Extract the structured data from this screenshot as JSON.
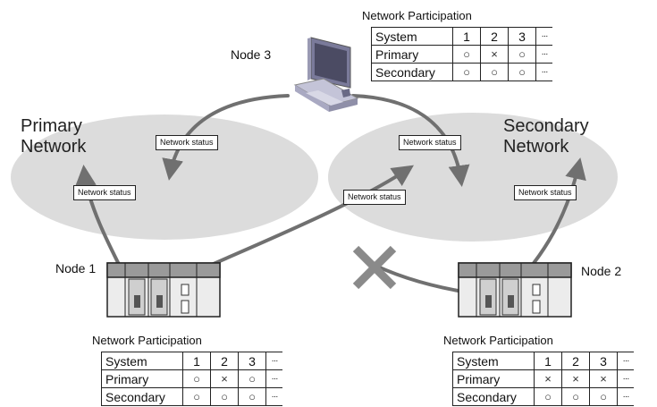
{
  "networks": {
    "primary": [
      "Primary",
      "Network"
    ],
    "secondary": [
      "Secondary",
      "Network"
    ]
  },
  "nodes": {
    "node1": "Node 1",
    "node2": "Node 2",
    "node3": "Node 3"
  },
  "status_label": "Network status",
  "tables": {
    "node3": {
      "title": "Network Participation",
      "header": [
        "System",
        "1",
        "2",
        "3",
        "···"
      ],
      "rows": [
        {
          "label": "Primary",
          "cells": [
            "○",
            "×",
            "○"
          ],
          "more": "···"
        },
        {
          "label": "Secondary",
          "cells": [
            "○",
            "○",
            "○"
          ],
          "more": "···"
        }
      ]
    },
    "node1": {
      "title": "Network Participation",
      "header": [
        "System",
        "1",
        "2",
        "3",
        "···"
      ],
      "rows": [
        {
          "label": "Primary",
          "cells": [
            "○",
            "×",
            "○"
          ],
          "more": "···"
        },
        {
          "label": "Secondary",
          "cells": [
            "○",
            "○",
            "○"
          ],
          "more": "···"
        }
      ]
    },
    "node2": {
      "title": "Network Participation",
      "header": [
        "System",
        "1",
        "2",
        "3",
        "···"
      ],
      "rows": [
        {
          "label": "Primary",
          "cells": [
            "×",
            "×",
            "×"
          ],
          "more": "···"
        },
        {
          "label": "Secondary",
          "cells": [
            "○",
            "○",
            "○"
          ],
          "more": "···"
        }
      ]
    }
  },
  "colors": {
    "network_fill": "#dcdcdc",
    "arrow": "#707070",
    "cross": "#8a8a8a",
    "plc_body": "#ececec",
    "plc_top": "#9a9a9a"
  }
}
